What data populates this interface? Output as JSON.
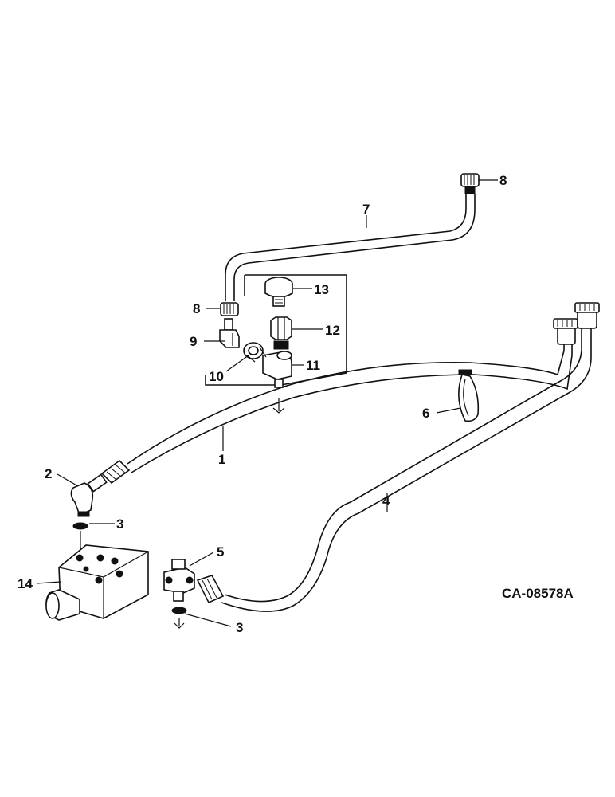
{
  "diagram_code": "CA-08578A",
  "callouts": {
    "c1": "1",
    "c2": "2",
    "c3a": "3",
    "c3b": "3",
    "c4": "4",
    "c5": "5",
    "c6": "6",
    "c7": "7",
    "c8a": "8",
    "c8b": "8",
    "c9": "9",
    "c10": "10",
    "c11": "11",
    "c12": "12",
    "c13": "13",
    "c14": "14"
  }
}
